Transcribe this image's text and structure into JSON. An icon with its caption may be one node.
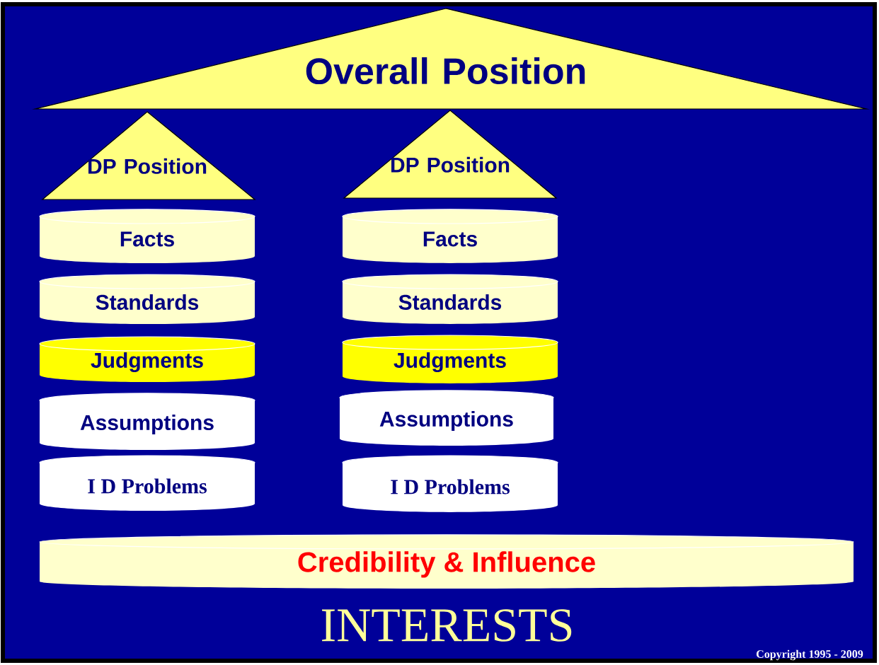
{
  "diagram": {
    "nodes": [
      {
        "text": [
          "Overall Position"
        ]
      },
      {
        "text": [
          "DP Position"
        ]
      },
      {
        "text": [
          "Facts"
        ]
      },
      {
        "text": [
          "Standards"
        ]
      },
      {
        "text": [
          "Judgments"
        ]
      },
      {
        "text": [
          "Assumptions"
        ]
      },
      {
        "text": [
          "I D Problems"
        ]
      },
      {
        "text": [
          "DP Position"
        ]
      },
      {
        "text": [
          "Facts"
        ]
      },
      {
        "text": [
          "Standards"
        ]
      },
      {
        "text": [
          "Judgments"
        ]
      },
      {
        "text": [
          "Assumptions"
        ]
      },
      {
        "text": [
          "I D Problems"
        ]
      },
      {
        "text": [
          "Credibility & Influence"
        ]
      }
    ],
    "labels": [
      "INTERESTS",
      "Copyright 1995 - 2009"
    ]
  }
}
